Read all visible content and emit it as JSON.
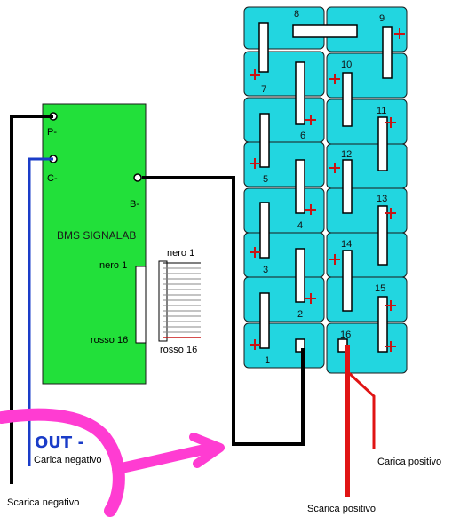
{
  "bms": {
    "title": "BMS SIGNALAB",
    "pin_p": "P-",
    "pin_c": "C-",
    "pin_b": "B-",
    "conn_top": "nero 1",
    "conn_bottom": "rosso 16"
  },
  "cable": {
    "top": "nero 1",
    "bottom": "rosso 16"
  },
  "labels": {
    "out": "OUT -",
    "carica_negativo": "Carica negativo",
    "scarica_negativo": "Scarica negativo",
    "carica_positivo": "Carica positivo",
    "scarica_positivo": "Scarica positivo"
  },
  "cells": {
    "left_column": [
      "8",
      "7",
      "6",
      "5",
      "4",
      "3",
      "2",
      "1"
    ],
    "right_column": [
      "9",
      "10",
      "11",
      "12",
      "13",
      "14",
      "15",
      "16"
    ]
  },
  "colors": {
    "pcb": "#22e03a",
    "cell": "#22d6e0",
    "wire_black": "#000000",
    "wire_blue": "#1a3cc8",
    "wire_red": "#e01414",
    "annotation": "#ff3cd2",
    "plus_mark": "#c81414"
  }
}
